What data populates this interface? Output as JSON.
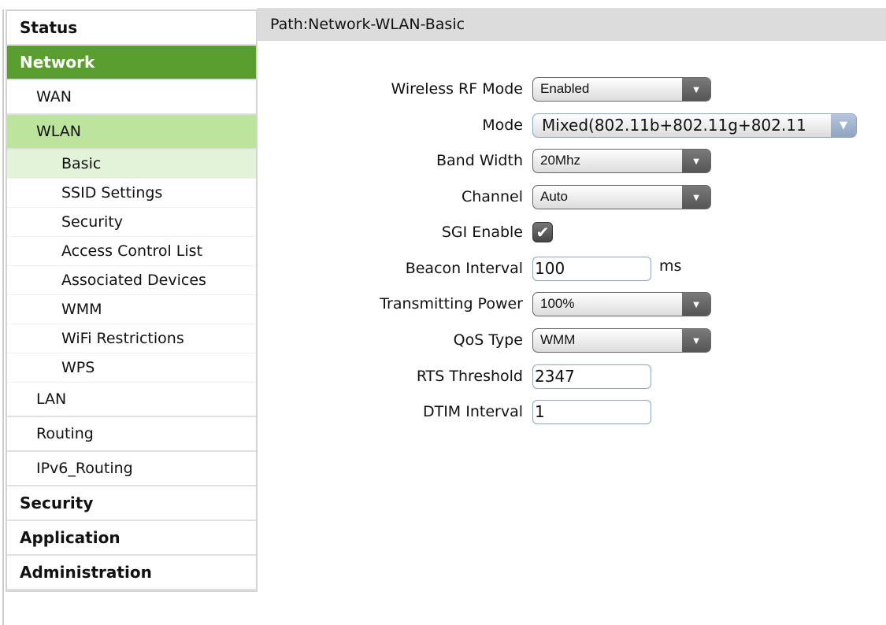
{
  "sidebar": {
    "items": [
      {
        "label": "Status",
        "level": 1
      },
      {
        "label": "Network",
        "level": 1,
        "active": true
      },
      {
        "label": "WAN",
        "level": 2
      },
      {
        "label": "WLAN",
        "level": 2,
        "active": true
      },
      {
        "label": "Basic",
        "level": 3,
        "active": true
      },
      {
        "label": "SSID Settings",
        "level": 3
      },
      {
        "label": "Security",
        "level": 3
      },
      {
        "label": "Access Control List",
        "level": 3
      },
      {
        "label": "Associated Devices",
        "level": 3
      },
      {
        "label": "WMM",
        "level": 3
      },
      {
        "label": "WiFi Restrictions",
        "level": 3
      },
      {
        "label": "WPS",
        "level": 3
      },
      {
        "label": "LAN",
        "level": 2
      },
      {
        "label": "Routing",
        "level": 2
      },
      {
        "label": "IPv6_Routing",
        "level": 2
      },
      {
        "label": "Security",
        "level": 1
      },
      {
        "label": "Application",
        "level": 1
      },
      {
        "label": "Administration",
        "level": 1
      }
    ]
  },
  "header": {
    "path": "Path:Network-WLAN-Basic"
  },
  "form": {
    "rf_mode": {
      "label": "Wireless RF Mode",
      "value": "Enabled"
    },
    "mode": {
      "label": "Mode",
      "value": "Mixed(802.11b+802.11g+802.11"
    },
    "band_width": {
      "label": "Band Width",
      "value": "20Mhz"
    },
    "channel": {
      "label": "Channel",
      "value": "Auto"
    },
    "sgi": {
      "label": "SGI Enable",
      "checked": true
    },
    "beacon": {
      "label": "Beacon Interval",
      "value": "100",
      "unit": "ms"
    },
    "tx_power": {
      "label": "Transmitting Power",
      "value": "100%"
    },
    "qos": {
      "label": "QoS Type",
      "value": "WMM"
    },
    "rts": {
      "label": "RTS Threshold",
      "value": "2347"
    },
    "dtim": {
      "label": "DTIM Interval",
      "value": "1"
    }
  },
  "colors": {
    "network_active": "#5a9e2f",
    "wlan_active": "#bde49c",
    "basic_active": "#e3f3d9"
  }
}
